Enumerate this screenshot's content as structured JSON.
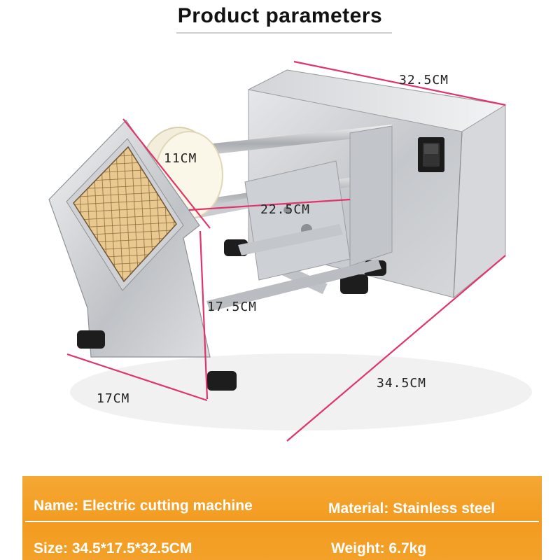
{
  "header": {
    "title": "Product parameters"
  },
  "dimensions": {
    "width_top": "32.5CM",
    "disc_size": "11CM",
    "rod_length": "22.5CM",
    "height": "17.5CM",
    "base_width": "17CM",
    "depth": "34.5CM"
  },
  "specs": {
    "name": "Name: Electric cutting machine",
    "material": "Material: Stainless steel",
    "size": "Size: 34.5*17.5*32.5CM",
    "weight": "Weight: 6.7kg"
  },
  "colors": {
    "banner": "#f39b1f",
    "dimension_line": "#e0346a",
    "steel": "#c9ccd0"
  }
}
